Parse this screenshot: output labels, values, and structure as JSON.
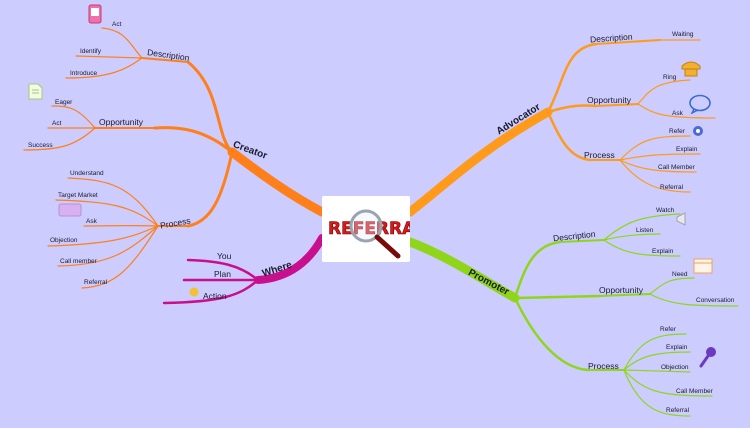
{
  "colors": {
    "background": "#ccccff",
    "creator": "#ff7f1a",
    "advocator": "#ff9a1a",
    "promoter": "#8fd61a",
    "where": "#c8108e"
  },
  "center": {
    "title": "REFERRAL",
    "icon": "magnifying-glass-icon"
  },
  "creator": {
    "label": "Creator",
    "description": {
      "label": "Description",
      "items": [
        "Act",
        "Identify",
        "Introduce"
      ]
    },
    "opportunity": {
      "label": "Opportunity",
      "items": [
        "Eager",
        "Act",
        "Success"
      ]
    },
    "process": {
      "label": "Process",
      "items": [
        "Understand",
        "Target Market",
        "Ask",
        "Objection",
        "Call member",
        "Referral"
      ]
    }
  },
  "where": {
    "label": "Where",
    "items": [
      "You",
      "Plan",
      "Action"
    ]
  },
  "advocator": {
    "label": "Advocator",
    "description": {
      "label": "Description",
      "items": [
        "Waiting"
      ]
    },
    "opportunity": {
      "label": "Opportunity",
      "items": [
        "Ring",
        "Ask"
      ]
    },
    "process": {
      "label": "Process",
      "items": [
        "Refer",
        "Explain",
        "Call Member",
        "Referral"
      ]
    }
  },
  "promoter": {
    "label": "Promoter",
    "description": {
      "label": "Description",
      "items": [
        "Watch",
        "Listen",
        "Explain"
      ]
    },
    "opportunity": {
      "label": "Opportunity",
      "items": [
        "Need",
        "Conversation"
      ]
    },
    "process": {
      "label": "Process",
      "items": [
        "Refer",
        "Explain",
        "Objection",
        "Call Member",
        "Referral"
      ]
    }
  },
  "icons": [
    "phone-icon",
    "document-icon",
    "telephone-icon",
    "speech-bubble-icon",
    "badge-icon",
    "megaphone-icon",
    "calendar-icon",
    "microphone-icon",
    "dollar-icon",
    "note-icon"
  ]
}
